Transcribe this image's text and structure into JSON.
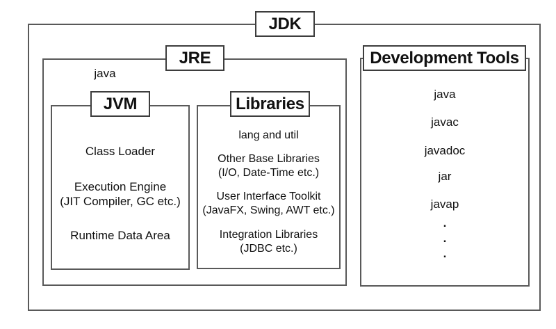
{
  "diagram": {
    "jdk": {
      "label": "JDK"
    },
    "jre": {
      "label": "JRE",
      "launcher": "java"
    },
    "jvm": {
      "label": "JVM",
      "items": [
        {
          "title": "Class Loader"
        },
        {
          "title": "Execution Engine",
          "subtitle": "(JIT Compiler, GC etc.)"
        },
        {
          "title": "Runtime Data Area"
        }
      ]
    },
    "libraries": {
      "label": "Libraries",
      "items": [
        {
          "title": "lang and util"
        },
        {
          "title": "Other Base Libraries",
          "subtitle": "(I/O, Date-Time etc.)"
        },
        {
          "title": "User Interface Toolkit",
          "subtitle": "(JavaFX, Swing, AWT etc.)"
        },
        {
          "title": "Integration Libraries",
          "subtitle": "(JDBC etc.)"
        }
      ]
    },
    "development_tools": {
      "label": "Development Tools",
      "tools": [
        "java",
        "javac",
        "javadoc",
        "jar",
        "javap"
      ],
      "ellipsis": [
        ".",
        ".",
        "."
      ]
    }
  }
}
